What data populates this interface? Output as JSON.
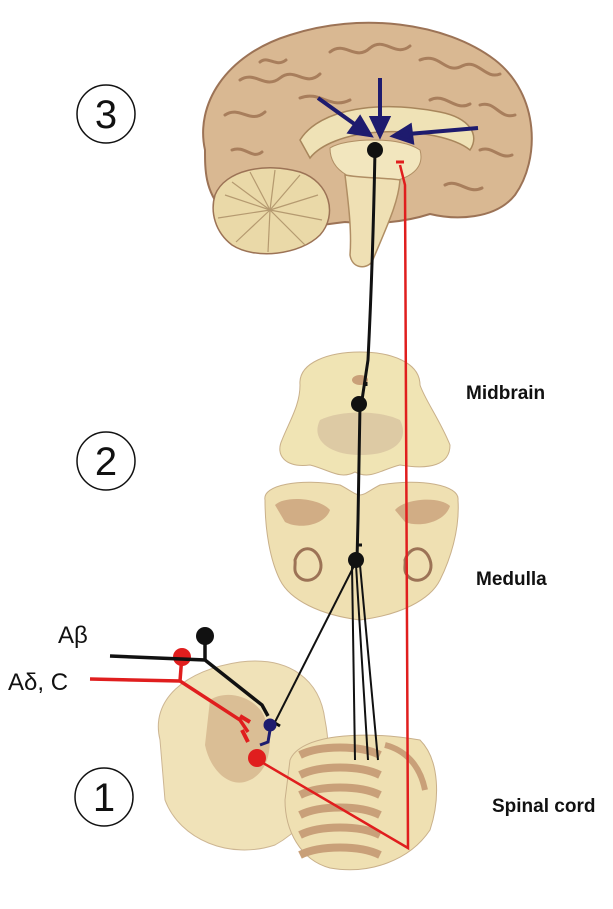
{
  "levels": [
    {
      "number": "3"
    },
    {
      "number": "2"
    },
    {
      "number": "1"
    }
  ],
  "regions": {
    "midbrain": "Midbrain",
    "medulla": "Medulla",
    "spinal_cord": "Spinal cord"
  },
  "fibers": {
    "a_beta": "Aβ",
    "a_delta_c": "Aδ, C"
  },
  "colors": {
    "tissue": "#f0e4b4",
    "tissue_dark": "#c9a079",
    "brain_gyri": "#d2ae86",
    "descending_pathway": "#111111",
    "ascending_pathway": "#e01e1e",
    "arrow": "#1e1b6e",
    "interneuron": "#1e1b6e"
  }
}
